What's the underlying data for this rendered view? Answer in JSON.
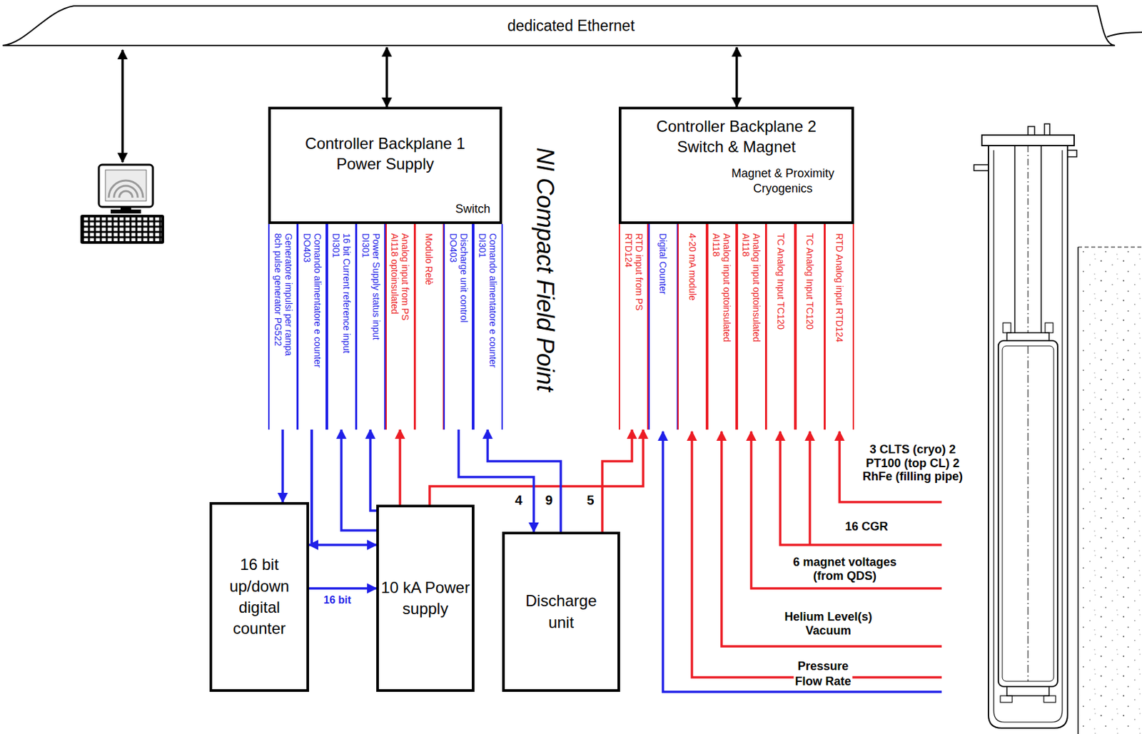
{
  "diagram": {
    "nodes": [
      {
        "text": [
          "dedicated Ethernet"
        ]
      },
      {
        "text": [
          "Controller Backplane 1 Power Supply",
          "Switch"
        ]
      },
      {
        "text": [
          "Controller Backplane 2 Switch & Magnet",
          "Magnet & Proximity Cryogenics"
        ]
      },
      {
        "text": [
          "Generatore impulsi per rampa 8ch pulse generator PG522"
        ]
      },
      {
        "text": [
          "Comando alimentatore e counter DO403"
        ]
      },
      {
        "text": [
          "16 bit Current reference input DI301"
        ]
      },
      {
        "text": [
          "Power Supply status input DI301"
        ]
      },
      {
        "text": [
          "Analog input from PS AI118 optoinsulated"
        ]
      },
      {
        "text": [
          "Modulo Relè"
        ]
      },
      {
        "text": [
          "Discharge unit control DO403"
        ]
      },
      {
        "text": [
          "Comando alimentatore e counter DI301"
        ]
      },
      {
        "text": [
          "RTD input from PS RTD124"
        ]
      },
      {
        "text": [
          "Digital Counter"
        ]
      },
      {
        "text": [
          "4-20 mA module"
        ]
      },
      {
        "text": [
          "Analog input optoinsulated AI118"
        ]
      },
      {
        "text": [
          "Analog input optoinsulated AI118"
        ]
      },
      {
        "text": [
          "TC Analog Input TC120"
        ]
      },
      {
        "text": [
          "TC Analog Input TC120"
        ]
      },
      {
        "text": [
          "RTD Analog input RTD124"
        ]
      },
      {
        "text": [
          "16 bit up/down digital counter"
        ]
      },
      {
        "text": [
          "10 kA Power supply"
        ]
      },
      {
        "text": [
          "Discharge unit"
        ]
      }
    ],
    "edges": [
      {
        "from": 0,
        "to": 1,
        "arrow": "both"
      },
      {
        "from": 0,
        "to": 2,
        "arrow": "both"
      },
      {
        "from": 3,
        "to": 19,
        "arrow": "to"
      },
      {
        "from": 4,
        "to": 19,
        "arrow": "to"
      },
      {
        "from": 4,
        "to": 20,
        "arrow": "to"
      },
      {
        "from": 19,
        "to": 20,
        "label": "16 bit",
        "arrow": "to"
      },
      {
        "from": 20,
        "to": 5,
        "arrow": "to"
      },
      {
        "from": 20,
        "to": 6,
        "arrow": "to"
      },
      {
        "from": 20,
        "to": 7,
        "arrow": "to"
      },
      {
        "from": 20,
        "to": 11,
        "arrow": "to"
      },
      {
        "from": 9,
        "to": 21,
        "label": "4",
        "arrow": "to"
      },
      {
        "from": 21,
        "to": 10,
        "label": "9",
        "arrow": "to"
      },
      {
        "from": 21,
        "to": 11,
        "label": "5",
        "arrow": "to"
      }
    ],
    "labels": [
      "NI Compact Field Point",
      "3 CLTS (cryo) 2 PT100 (top CL) 2 RhFe (filling pipe)",
      "16 CGR",
      "6 magnet voltages (from QDS)",
      "Helium Level(s) Vacuum",
      "Pressure",
      "Flow Rate"
    ]
  }
}
